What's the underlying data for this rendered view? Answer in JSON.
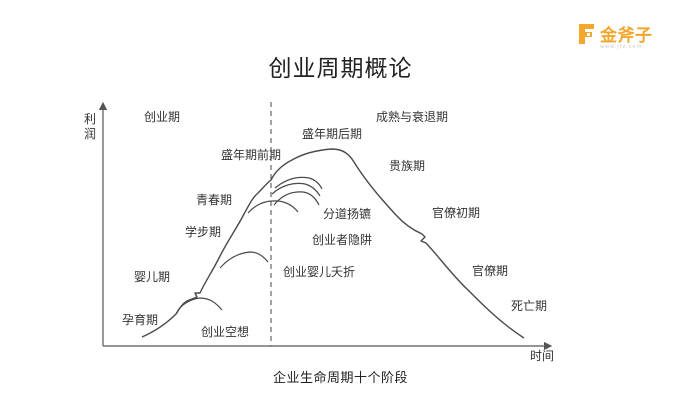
{
  "logo": {
    "brand": "金斧子",
    "domain": "www.jfz.com",
    "color": "#f2a72b"
  },
  "title": "创业周期概论",
  "axes": {
    "y_label": "利润",
    "x_label": "时间"
  },
  "caption": "企业生命周期十个阶段",
  "stages": {
    "s1": "孕育期",
    "s2": "婴儿期",
    "s3": "学步期",
    "s4": "青春期",
    "s5": "盛年期前期",
    "s6": "盛年期后期",
    "s7": "成熟与衰退期",
    "s8": "贵族期",
    "s9": "官僚初期",
    "s10": "官僚期",
    "s11": "死亡期",
    "s0": "创业期"
  },
  "failures": {
    "f1": "创业空想",
    "f2": "创业婴儿夭折",
    "f3": "创业者隐阱",
    "f4": "分道扬镳"
  },
  "colors": {
    "curve": "#4a4a4a",
    "axis": "#555555",
    "divider": "#666666",
    "text": "#333333"
  }
}
